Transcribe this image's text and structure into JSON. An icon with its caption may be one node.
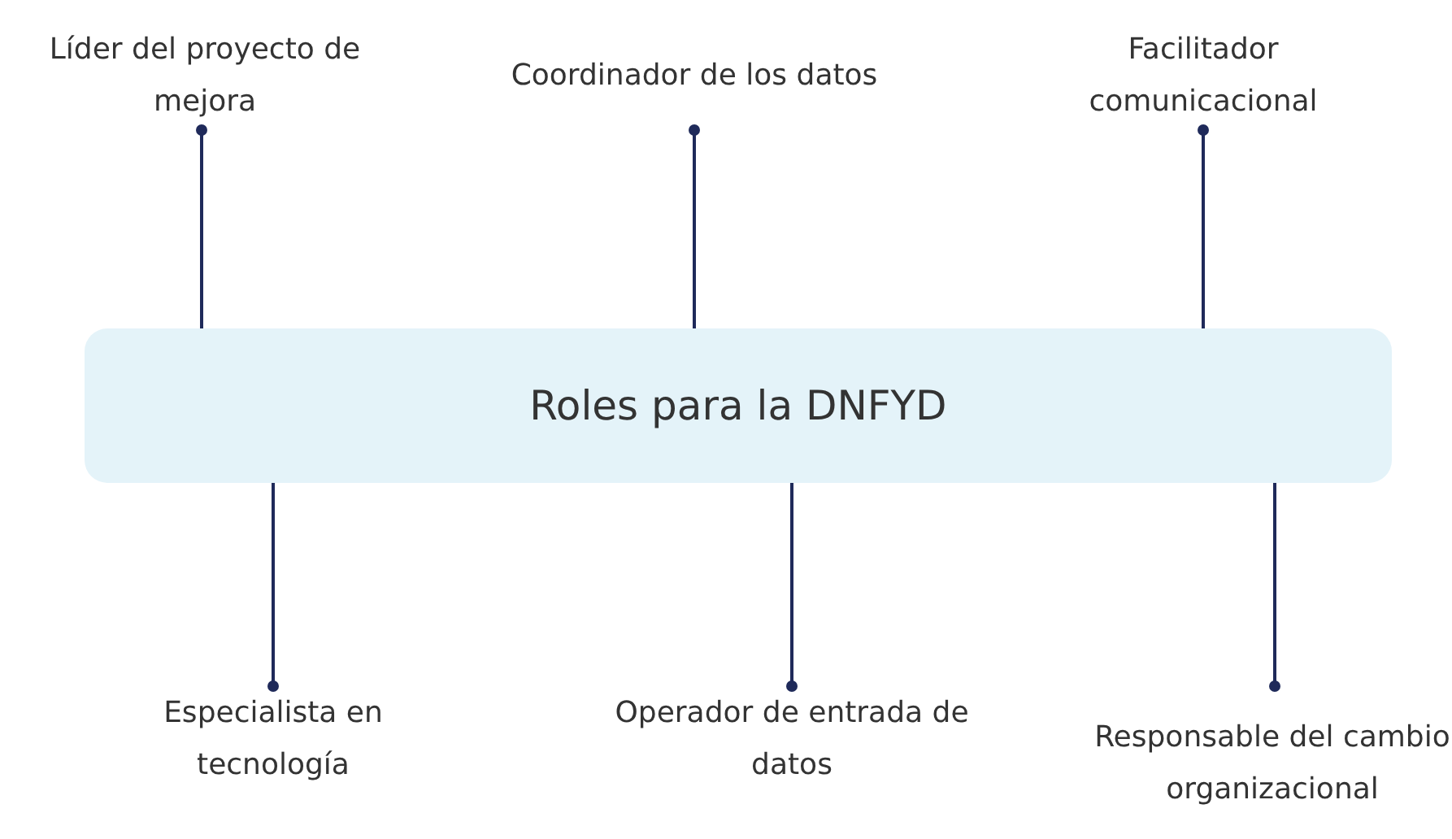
{
  "diagram": {
    "nodes": [
      {
        "text": [
          "Roles para la DNFYD"
        ]
      },
      {
        "text": [
          "Líder del proyecto de mejora"
        ]
      },
      {
        "text": [
          "Coordinador de los datos"
        ]
      },
      {
        "text": [
          "Facilitador comunicacional"
        ]
      },
      {
        "text": [
          "Especialista en tecnología"
        ]
      },
      {
        "text": [
          "Operador de entrada de datos"
        ]
      },
      {
        "text": [
          "Responsable del cambio organizacional"
        ]
      }
    ],
    "edges": [
      {
        "from": 1,
        "to": 0,
        "arrow": "other"
      },
      {
        "from": 2,
        "to": 0,
        "arrow": "other"
      },
      {
        "from": 3,
        "to": 0,
        "arrow": "other"
      },
      {
        "from": 4,
        "to": 0,
        "arrow": "other"
      },
      {
        "from": 5,
        "to": 0,
        "arrow": "other"
      },
      {
        "from": 6,
        "to": 0,
        "arrow": "other"
      }
    ]
  }
}
